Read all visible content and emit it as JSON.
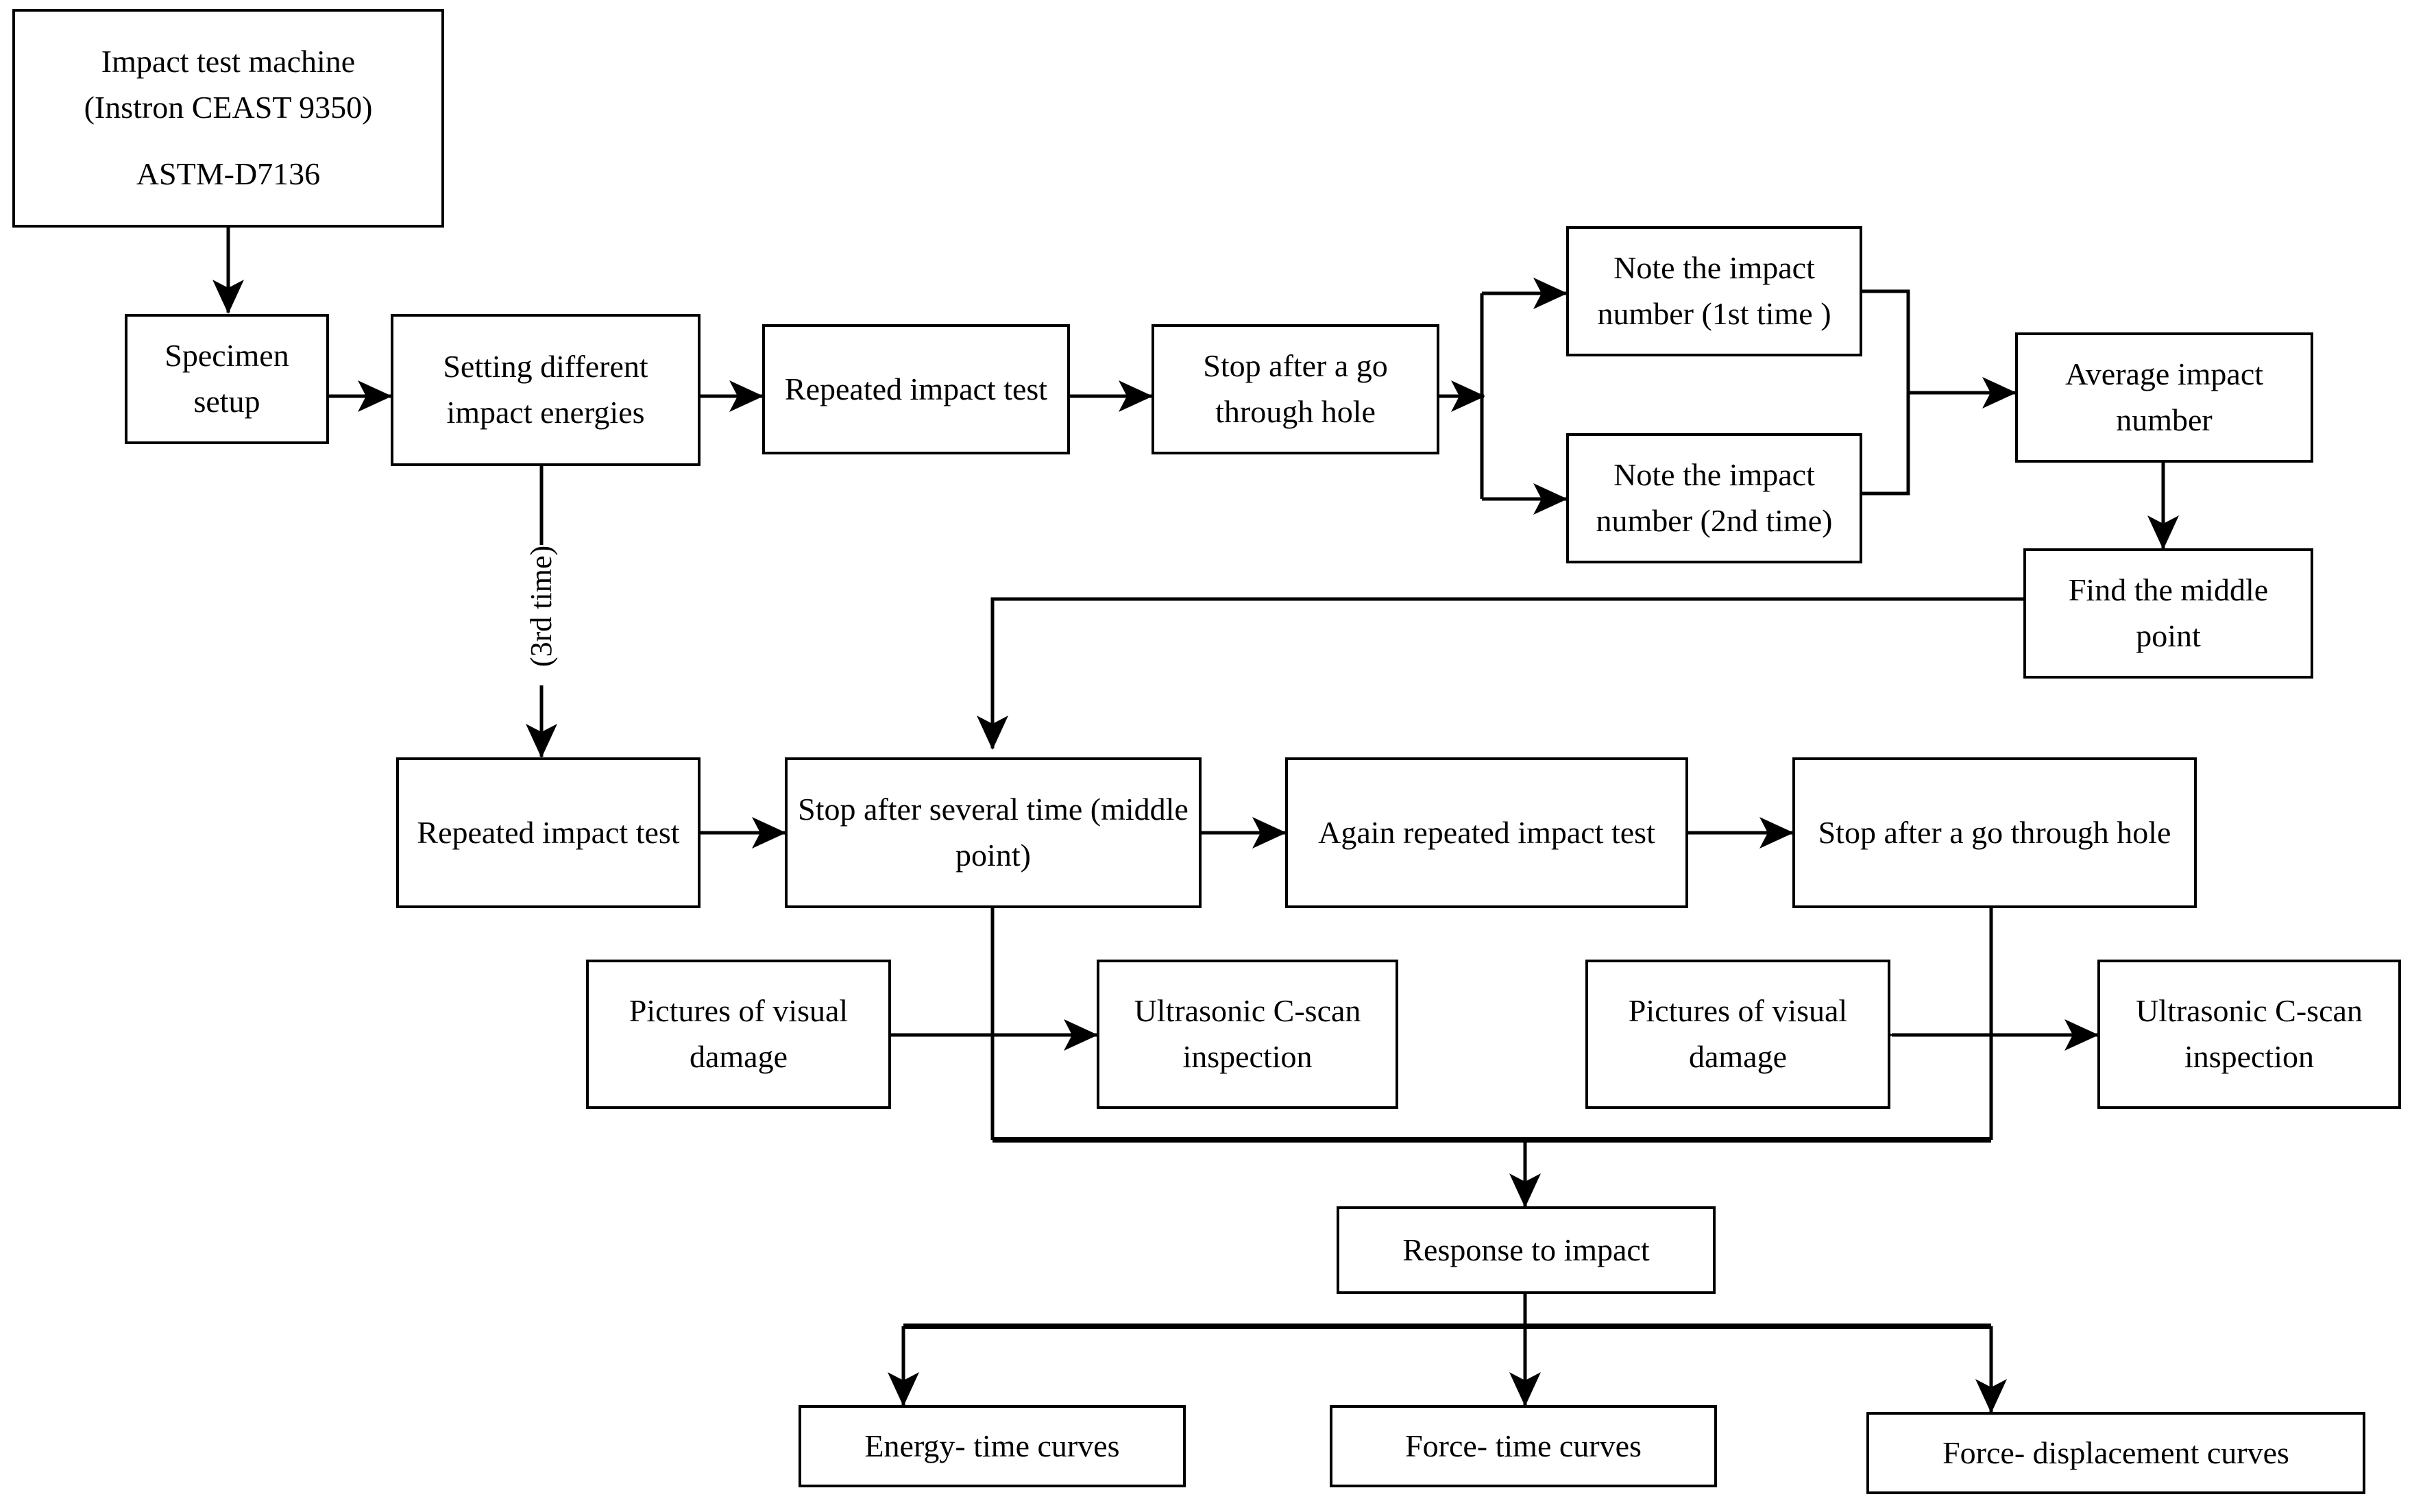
{
  "diagram": {
    "title": "Impact test experimental procedure flowchart",
    "stroke_color": "#000000",
    "background_color": "#ffffff",
    "nodes": {
      "impact_test_machine": {
        "line1": "Impact test machine",
        "line2": "(Instron CEAST 9350)",
        "line3": "ASTM-D7136"
      },
      "specimen_setup": {
        "label": "Specimen setup"
      },
      "setting_energies": {
        "label": "Setting different impact energies"
      },
      "repeated_impact_test_1": {
        "label": "Repeated impact test"
      },
      "stop_after_hole_1": {
        "label": "Stop after a go through hole"
      },
      "note_impact_1st": {
        "label": "Note the impact number (1st time )"
      },
      "note_impact_2nd": {
        "label": "Note the impact number (2nd time)"
      },
      "average_impact_number": {
        "label": "Average impact number"
      },
      "find_middle_point": {
        "label": "Find the middle point"
      },
      "repeated_impact_test_2": {
        "label": "Repeated impact test"
      },
      "stop_several_time": {
        "label": "Stop after several time (middle point)"
      },
      "again_repeated_impact_test": {
        "label": "Again repeated impact test"
      },
      "stop_after_hole_2": {
        "label": "Stop after a go through hole"
      },
      "pictures_visual_damage_1": {
        "label": "Pictures of visual damage"
      },
      "ultrasonic_cscan_1": {
        "label": "Ultrasonic C-scan inspection"
      },
      "pictures_visual_damage_2": {
        "label": "Pictures of visual damage"
      },
      "ultrasonic_cscan_2": {
        "label": "Ultrasonic C-scan inspection"
      },
      "response_to_impact": {
        "label": "Response to impact"
      },
      "energy_time_curves": {
        "label": "Energy- time curves"
      },
      "force_time_curves": {
        "label": "Force- time curves"
      },
      "force_displacement_curves": {
        "label": "Force- displacement curves"
      }
    },
    "edge_labels": {
      "third_time": "(3rd time)"
    }
  }
}
